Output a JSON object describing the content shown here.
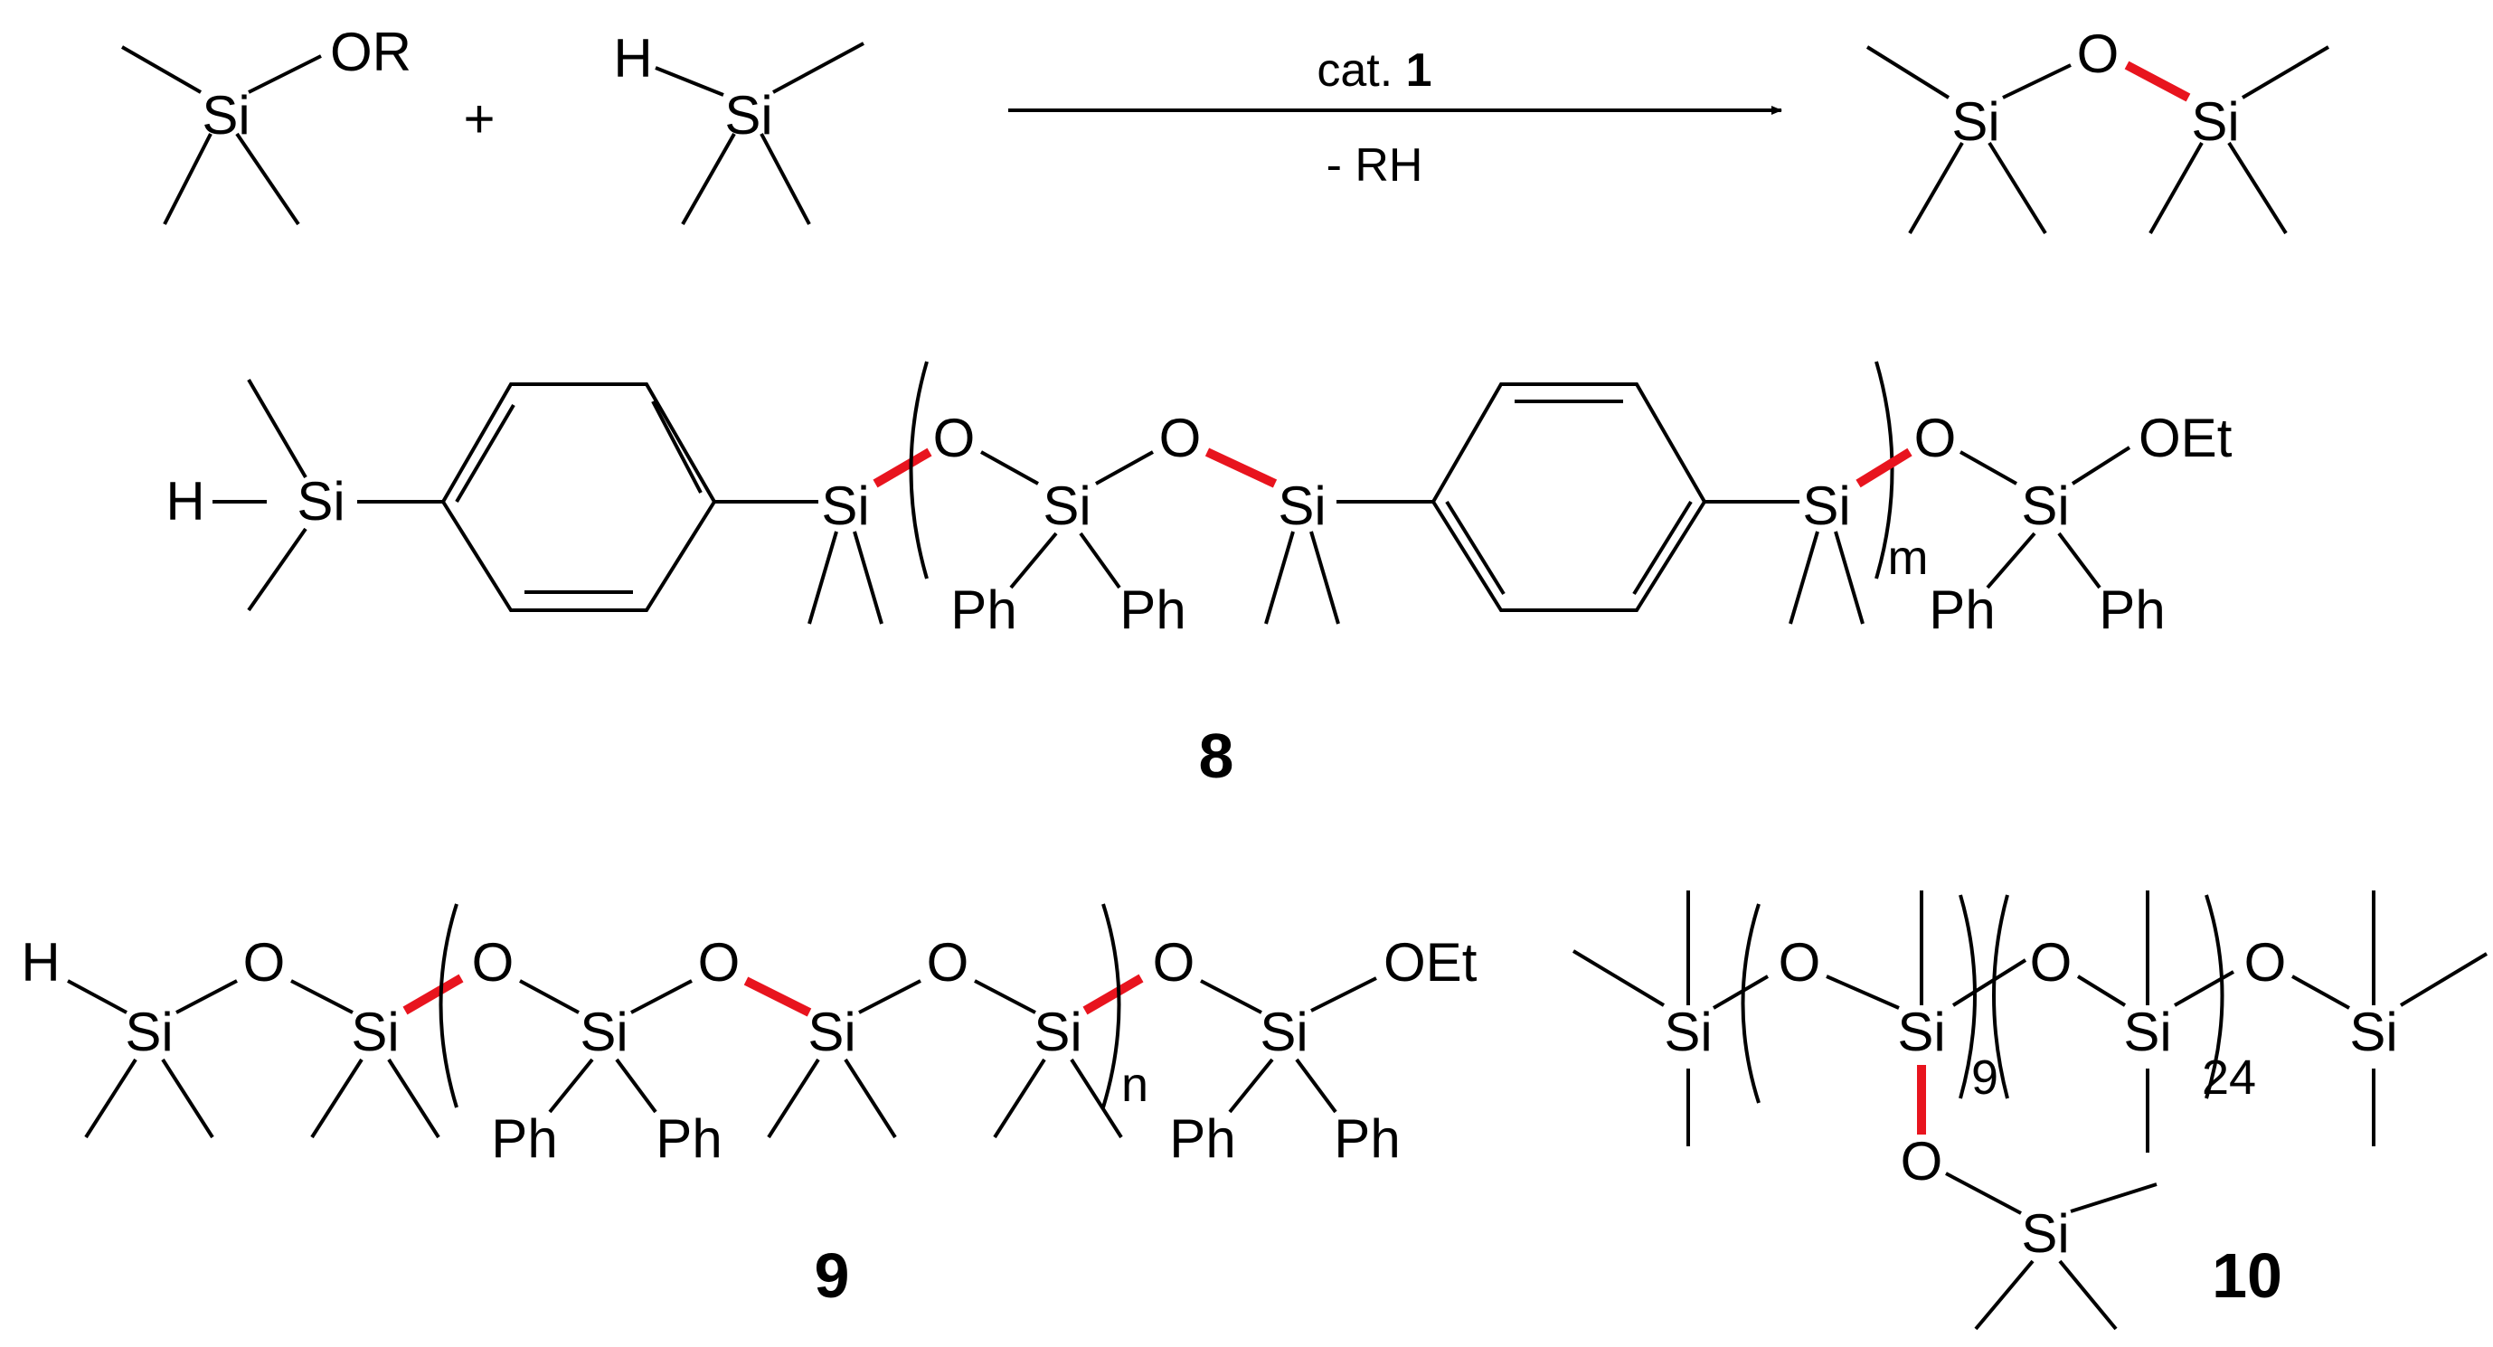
{
  "atoms": {
    "si": "Si",
    "o": "O",
    "h": "H",
    "ph": "Ph",
    "or": "OR",
    "oet": "OEt"
  },
  "reaction": {
    "plus": "+",
    "catalyst_prefix": "cat.",
    "catalyst_number": "1",
    "byproduct": "- RH"
  },
  "repeat_units": {
    "m": "m",
    "n": "n",
    "nine": "9",
    "twenty_four": "24"
  },
  "compounds": {
    "c8": "8",
    "c9": "9",
    "c10": "10"
  },
  "colors": {
    "bond": "#000000",
    "new_si_o_bond": "#e8141e",
    "background": "#ffffff"
  }
}
